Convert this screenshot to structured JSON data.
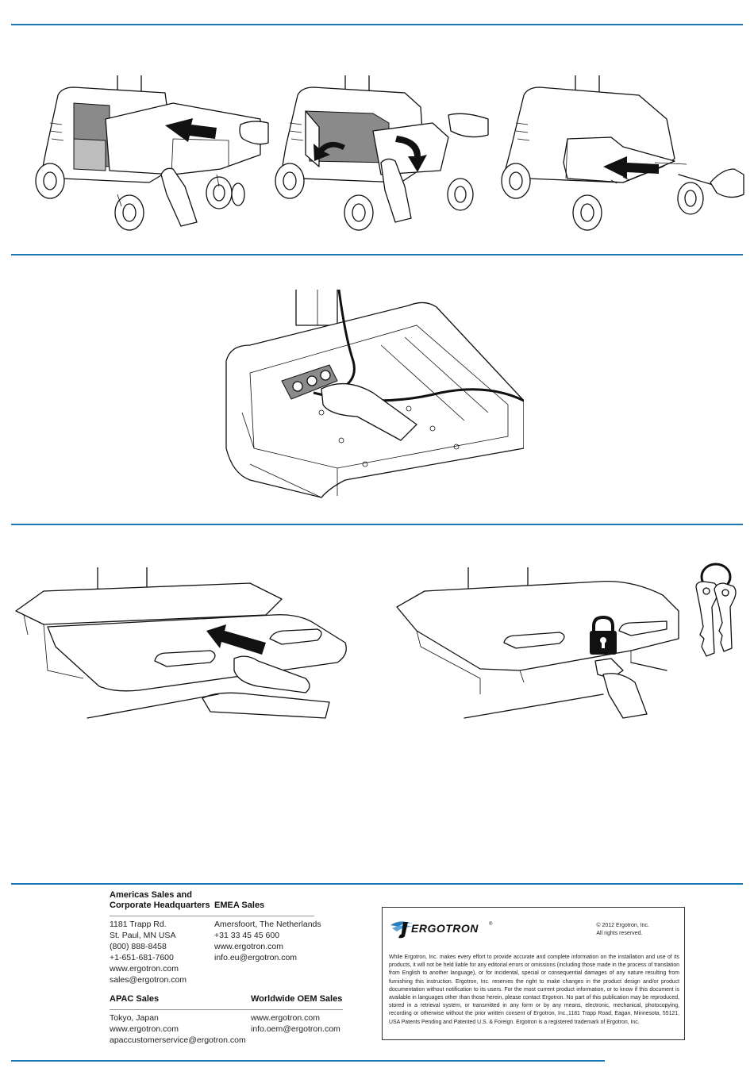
{
  "contacts": {
    "americas": {
      "heading_line1": "Americas Sales and",
      "heading_line2": "Corporate Headquarters",
      "lines": [
        "1181 Trapp Rd.",
        "St. Paul, MN USA",
        "(800) 888-8458",
        "+1-651-681-7600",
        "www.ergotron.com",
        "sales@ergotron.com"
      ]
    },
    "emea": {
      "heading": "EMEA Sales",
      "lines": [
        "Amersfoort, The Netherlands",
        "+31 33 45 45 600",
        "www.ergotron.com",
        "info.eu@ergotron.com"
      ]
    },
    "apac": {
      "heading": "APAC Sales",
      "lines": [
        "Tokyo, Japan",
        "www.ergotron.com",
        "apaccustomerservice@ergotron.com"
      ]
    },
    "oem": {
      "heading": "Worldwide OEM Sales",
      "lines": [
        "www.ergotron.com",
        "info.oem@ergotron.com"
      ]
    }
  },
  "legal": {
    "brand": "ERGOTRON",
    "trademark_symbol": "®",
    "copyright_line1": "© 2012 Ergotron, Inc.",
    "copyright_line2": "All rights reserved.",
    "disclaimer": "While Ergotron, Inc. makes every effort to provide accurate and complete information on the installation and use of its products, it will not be held liable for any editorial errors or omissions (including those made in the process of translation from English to another language), or for incidental, special or consequential damages of any nature resulting from furnishing this instruction. Ergotron, Inc. reserves the right to make changes in the product design and/or product documentation without notification to its users. For the most current product information, or to know if this document is available in languages other than those herein, please contact Ergotron. No part of this publication may be reproduced, stored in a retrieval system, or transmitted in any form or by any means, electronic, mechanical, photocopying, recording or otherwise without the prior written consent of Ergotron, Inc.,1181 Trapp Road, Eagan, Minnesota, 55121, USA Patents Pending and Patented U.S. & Foreign. Ergotron is a registered trademark of Ergotron, Inc."
  },
  "colors": {
    "rule": "#1a78b4",
    "text": "#1a1a1a"
  },
  "icons": [
    "arrow-left-icon",
    "curved-arrow-icon",
    "padlock-icon",
    "keys-icon",
    "hand-icon",
    "screwdriver-icon"
  ]
}
